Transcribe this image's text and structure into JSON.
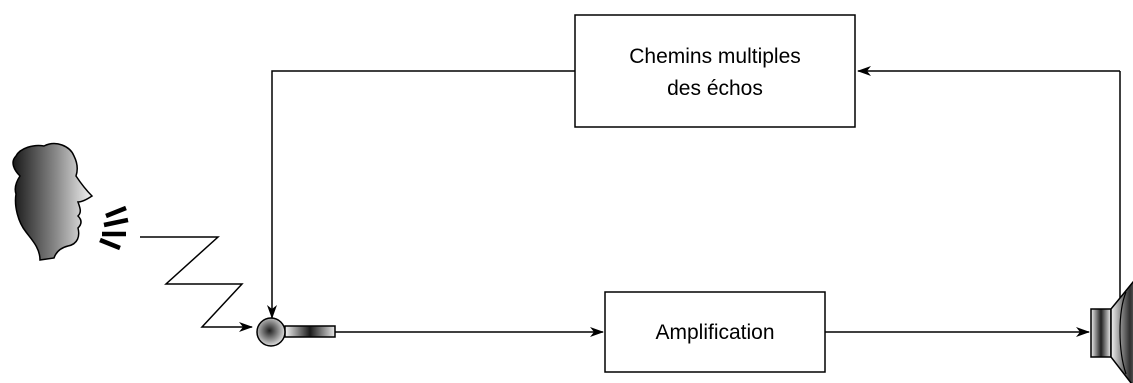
{
  "blocks": {
    "echo_paths": {
      "line1": "Chemins multiples",
      "line2": "des échos"
    },
    "amplification": {
      "label": "Amplification"
    }
  },
  "colors": {
    "stroke": "#000000",
    "box_fill": "#ffffff",
    "gradient_dark": "#1a1a1a",
    "gradient_light": "#f2f2f2"
  },
  "icons": {
    "speaker_person": "person-talking-icon",
    "microphone": "microphone-icon",
    "loudspeaker": "loudspeaker-icon"
  }
}
